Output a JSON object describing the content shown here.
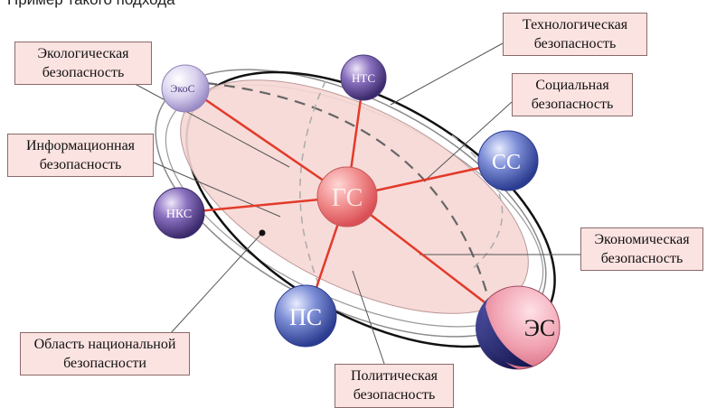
{
  "caption": "Пример такого подхода",
  "center_node": "ГС",
  "nodes": {
    "ekos": "ЭкоС",
    "nts": "НТС",
    "ss": "СС",
    "nks": "НКС",
    "ps": "ПС",
    "es": "ЭС"
  },
  "labels": {
    "tech": [
      "Технологическая",
      "безопасность"
    ],
    "eco": [
      "Экологическая",
      "безопасность"
    ],
    "social": [
      "Социальная",
      "безопасность"
    ],
    "info": [
      "Информационная",
      "безопасность"
    ],
    "econ": [
      "Экономическая",
      "безопасность"
    ],
    "area": [
      "Область национальной",
      "безопасности"
    ],
    "polit": [
      "Политическая",
      "безопасность"
    ]
  },
  "colors": {
    "connector": "#e33a2a",
    "ellipse_fill": "#f6d7d5",
    "label_fill": "#fbe3e1",
    "center_sphere": "#ef7f7f",
    "blue_sphere": "#4b5fb2",
    "purple_sphere": "#6a4fa0"
  }
}
